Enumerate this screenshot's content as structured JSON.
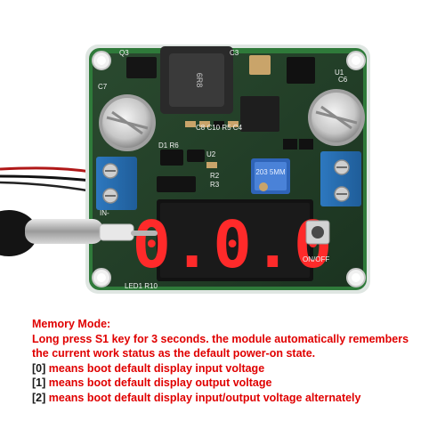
{
  "photo": {
    "seven_segment_display": "0.0.0",
    "board_labels": {
      "c7": "C7",
      "c6": "C6",
      "u1": "U1",
      "u2": "U2",
      "q3": "Q3",
      "c3": "C3",
      "c8": "C8 C10 R5 C4",
      "d1": "D1 R6",
      "r2": "R2",
      "r3": "R3",
      "in": "IN-",
      "onoff": "ON/OFF",
      "led": "LED1 R10",
      "coil": "6R8",
      "trimmer": "203 5MM"
    }
  },
  "caption": {
    "title": "Memory Mode:",
    "intro_1": "Long press S1 key for 3 seconds. the module automatically remembers",
    "intro_2": "the current work status as the default power-on state.",
    "items": [
      {
        "key": "[0]",
        "text": " means boot default display input voltage"
      },
      {
        "key": "[1]",
        "text": " means boot default display output voltage"
      },
      {
        "key": "[2]",
        "text": " means boot default display input/output voltage alternately"
      }
    ]
  },
  "colors": {
    "caption_red": "#e00000",
    "pcb_green": "#2f7a3a",
    "pcb_dark": "#1f3d25",
    "terminal_blue": "#2a6fb0",
    "display_red": "#ff2020"
  }
}
